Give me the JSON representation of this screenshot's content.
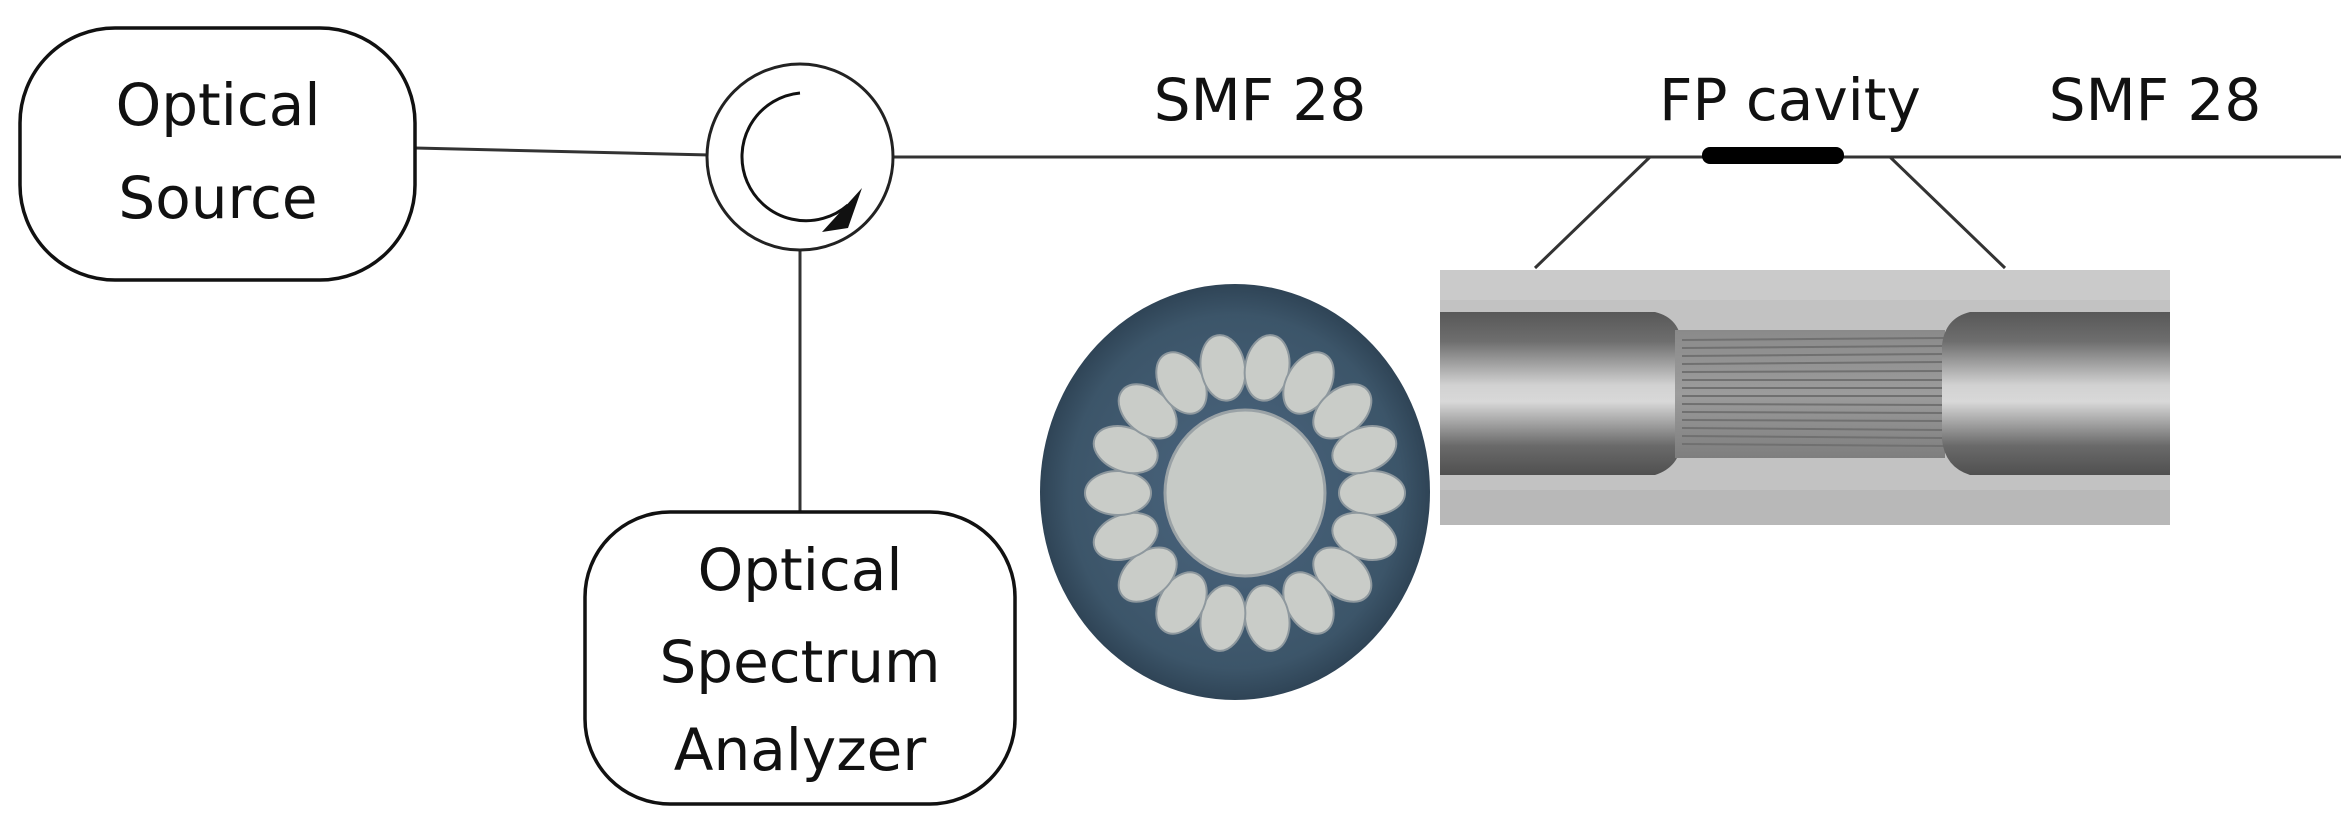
{
  "nodes": {
    "source": {
      "line1": "Optical",
      "line2": "Source"
    },
    "osa": {
      "line1": "Optical",
      "line2": "Spectrum",
      "line3": "Analyzer"
    }
  },
  "fiber_labels": {
    "smf_left": "SMF 28",
    "fp_cavity": "FP cavity",
    "smf_right": "SMF 28"
  },
  "colors": {
    "line": "#333333",
    "cavity": "#000000",
    "fiber_cross_section_cladding": "#3f5870",
    "fiber_cross_section_cores": "#c9ccc8",
    "micrograph_background": "#bcbcbc"
  }
}
